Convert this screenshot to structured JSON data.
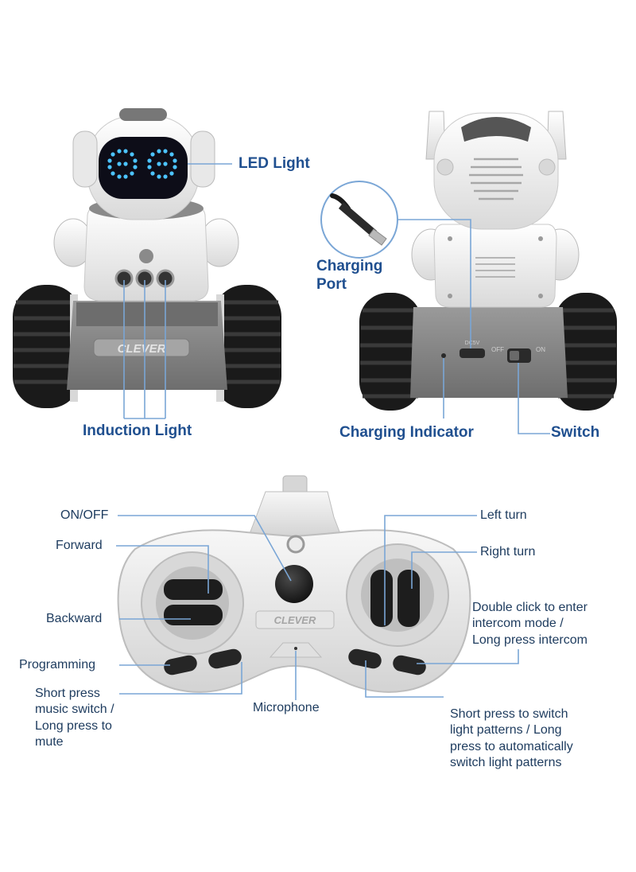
{
  "robot_front": {
    "brand_text": "CLEVER",
    "labels": {
      "led_light": "LED Light",
      "induction_light": "Induction Light"
    }
  },
  "robot_back": {
    "labels": {
      "charging_port_line1": "Charging",
      "charging_port_line2": "Port",
      "charging_indicator": "Charging Indicator",
      "switch": "Switch"
    },
    "switch_marks": {
      "off": "OFF",
      "on": "ON",
      "port": "DC5V"
    }
  },
  "remote": {
    "brand_text": "CLEVER",
    "labels": {
      "on_off": "ON/OFF",
      "forward": "Forward",
      "backward": "Backward",
      "programming": "Programming",
      "music_switch": [
        "Short press",
        "music switch /",
        "Long press to",
        "mute"
      ],
      "microphone": "Microphone",
      "left_turn": "Left turn",
      "right_turn": "Right turn",
      "intercom": [
        "Double click to enter",
        "intercom mode /",
        "Long press intercom"
      ],
      "light_patterns": [
        "Short press to switch",
        "light patterns / Long",
        "press to automatically",
        "switch light patterns"
      ]
    }
  },
  "colors": {
    "label_blue": "#1f4f8f",
    "leader_line": "#7aa6d6",
    "led_blue": "#4cc3ff",
    "body_white": "#f2f2f2",
    "body_grey": "#8a8a8a",
    "tire_black": "#1a1a1a"
  }
}
